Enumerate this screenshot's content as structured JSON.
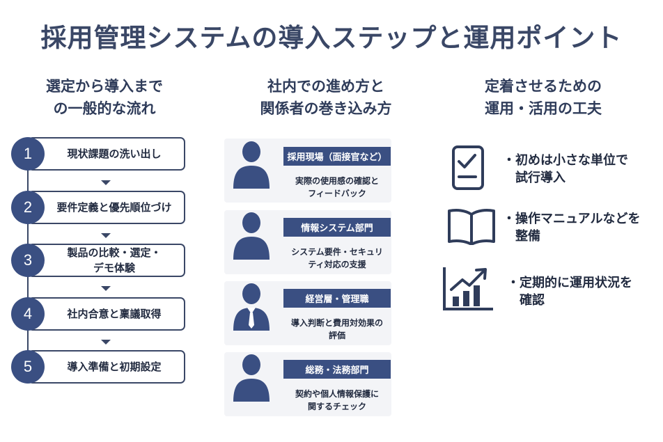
{
  "title": "採用管理システムの導入ステップと運用ポイント",
  "columns": {
    "steps_heading": [
      "選定から導入まで",
      "の一般的な流れ"
    ],
    "roles_heading": [
      "社内での進め方と",
      "関係者の巻き込み方"
    ],
    "tips_heading": [
      "定着させるための",
      "運用・活用の工夫"
    ]
  },
  "steps": [
    {
      "num": "1",
      "lines": [
        "現状課題の洗い出し"
      ]
    },
    {
      "num": "2",
      "lines": [
        "要件定義と優先順位づけ"
      ]
    },
    {
      "num": "3",
      "lines": [
        "製品の比較・選定・",
        "デモ体験"
      ]
    },
    {
      "num": "4",
      "lines": [
        "社内合意と稟議取得"
      ]
    },
    {
      "num": "5",
      "lines": [
        "導入準備と初期設定"
      ]
    }
  ],
  "roles": [
    {
      "label": "採用現場（面接官など）",
      "desc": [
        "実際の使用感の確認と",
        "フィードバック"
      ],
      "icon": "person-icon"
    },
    {
      "label": "情報システム部門",
      "desc": [
        "システム要件・セキュリ",
        "ティ対応の支援"
      ],
      "icon": "person-icon"
    },
    {
      "label": "経営層・管理職",
      "desc": [
        "導入判断と費用対効果の",
        "評価"
      ],
      "icon": "person-tie-icon"
    },
    {
      "label": "総務・法務部門",
      "desc": [
        "契約や個人情報保護に",
        "関するチェック"
      ],
      "icon": "person-icon"
    }
  ],
  "tips": [
    {
      "icon": "checklist-icon",
      "lines": [
        "・初めは小さな単位で",
        "　試行導入"
      ]
    },
    {
      "icon": "manual-book-icon",
      "lines": [
        "・操作マニュアルなどを",
        "　整備"
      ]
    },
    {
      "icon": "growth-chart-icon",
      "lines": [
        "・定期的に運用状況を",
        "　確認"
      ]
    }
  ],
  "colors": {
    "primary": "#3a4f82",
    "text": "#222b40",
    "title": "#3a4766"
  }
}
